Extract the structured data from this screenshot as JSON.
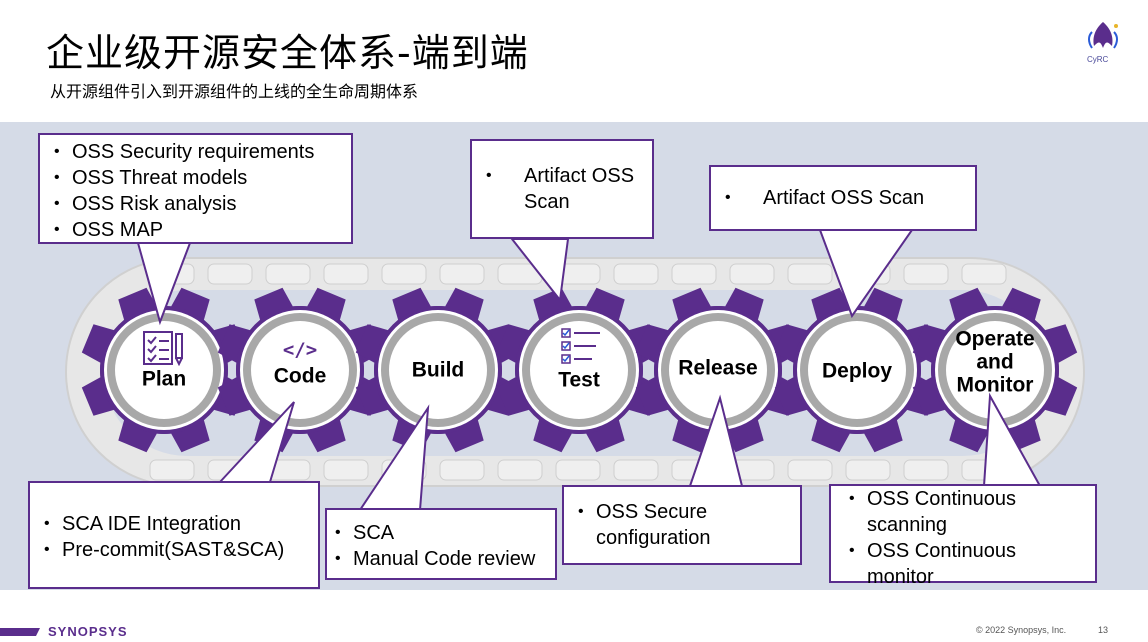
{
  "slide": {
    "title": "企业级开源安全体系-端到端",
    "subtitle": "从开源组件引入到开源组件的上线的全生命周期体系",
    "logo_text": "CyRC",
    "footer_brand": "SYNOPSYS",
    "footer_copyright": "© 2022 Synopsys, Inc.",
    "page_number": "13"
  },
  "stages": [
    {
      "label": "Plan",
      "icon": "checklist-icon"
    },
    {
      "label": "Code",
      "icon": "code-icon",
      "icon_text": "</>"
    },
    {
      "label": "Build"
    },
    {
      "label": "Test",
      "icon": "checklist-icon"
    },
    {
      "label": "Release"
    },
    {
      "label": "Deploy"
    },
    {
      "label": "Operate and Monitor",
      "lines": [
        "Operate",
        "and",
        "Monitor"
      ]
    }
  ],
  "callouts": {
    "plan": [
      "OSS Security requirements",
      "OSS Threat models",
      "OSS Risk analysis",
      "OSS MAP"
    ],
    "test": [
      "Artifact OSS Scan"
    ],
    "deploy": [
      "Artifact OSS Scan"
    ],
    "code": [
      "SCA IDE Integration",
      "Pre-commit(SAST&SCA)"
    ],
    "build": [
      "SCA",
      "Manual Code review"
    ],
    "release": [
      "OSS Secure configuration"
    ],
    "operate": [
      "OSS Continuous scanning",
      "OSS Continuous monitor"
    ]
  },
  "colors": {
    "accent": "#5a2d8c",
    "band": "#d5dbe7",
    "belt": "#e6e6e6",
    "gear_ring": "#a8a8a8"
  }
}
